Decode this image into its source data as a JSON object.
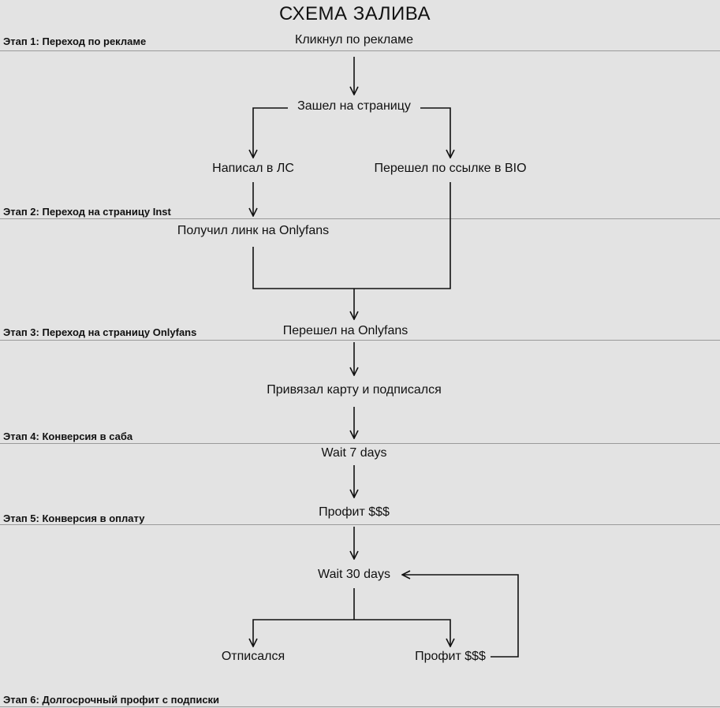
{
  "title": "СХЕМА ЗАЛИВА",
  "stages": [
    "Этап 1: Переход по рекламе",
    "Этап 2: Переход на страницу Inst",
    "Этап 3: Переход на страницу Onlyfans",
    "Этап 4: Конверсия в саба",
    "Этап 5: Конверсия в оплату",
    "Этап 6: Долгосрочный профит с подписки"
  ],
  "nodes": {
    "clicked_ad": "Кликнул по рекламе",
    "visited_page": "Зашел на страницу",
    "wrote_dm": "Написал в ЛС",
    "bio_link": "Перешел по ссылке в BIO",
    "got_link": "Получил линк на Onlyfans",
    "went_onlyfans": "Перешел на Onlyfans",
    "card_subscribed": "Привязал карту и подписался",
    "wait_7": "Wait 7 days",
    "profit_1": "Профит $$$",
    "wait_30": "Wait 30 days",
    "unsubscribed": "Отписался",
    "profit_2": "Профит $$$"
  }
}
